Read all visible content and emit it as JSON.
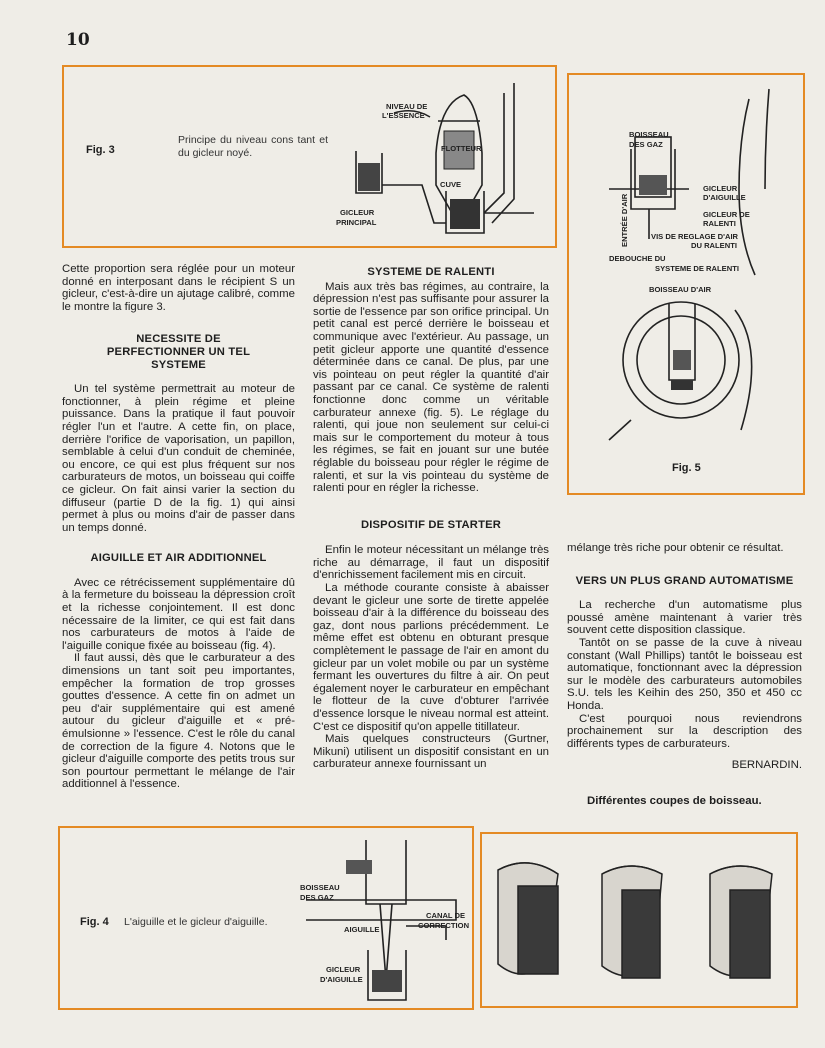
{
  "page_number": "10",
  "fig3": {
    "label": "Fig. 3",
    "caption": "Principe du niveau cons tant et du gicleur noyé.",
    "labels": {
      "niveau": "NIVEAU DE",
      "essence": "L'ESSENCE",
      "flotteur": "FLOTTEUR",
      "cuve": "CUVE",
      "gicleur": "GICLEUR",
      "principal": "PRINCIPAL"
    }
  },
  "fig5": {
    "label": "Fig. 5",
    "labels": {
      "boisseau": "BOISSEAU",
      "des_gaz": "DES GAZ",
      "entree_air": "ENTRÉE D'AIR",
      "gicleur": "GICLEUR",
      "aiguille": "D'AIGUILLE",
      "gicleur_de": "GICLEUR DE",
      "ralenti": "RALENTI",
      "vis": "VIS DE REGLAGE D'AIR",
      "du_ralenti": "DU RALENTI",
      "debouche": "DEBOUCHE DU",
      "systeme": "SYSTEME DE RALENTI",
      "boisseau_air": "BOISSEAU D'AIR"
    }
  },
  "fig4": {
    "label": "Fig. 4",
    "caption": "L'aiguille et le gicleur d'aiguille.",
    "labels": {
      "boisseau": "BOISSEAU",
      "des_gaz": "DES GAZ",
      "canal_de": "CANAL DE",
      "correction": "CORRECTION",
      "aiguille": "AIGUILLE",
      "gicleur": "GICLEUR",
      "daiguille": "D'AIGUILLE"
    }
  },
  "coupes_title": "Différentes coupes de boisseau.",
  "col1": {
    "p1": "Cette proportion sera réglée pour un moteur donné en interposant dans le récipient S un gicleur, c'est-à-dire un ajutage calibré, comme le montre la figure 3.",
    "h1": "NECESSITE DE PERFECTIONNER UN TEL SYSTEME",
    "p2": "Un tel système permettrait au moteur de fonctionner, à plein régime et pleine puissance. Dans la pratique il faut pouvoir régler l'un et l'autre. A cette fin, on place, derrière l'orifice de vaporisation, un papillon, semblable à celui d'un conduit de cheminée, ou encore, ce qui est plus fréquent sur nos carburateurs de motos, un boisseau qui coiffe ce gicleur. On fait ainsi varier la section du diffuseur (partie D de la fig. 1) qui ainsi permet à plus ou moins d'air de passer dans un temps donné.",
    "h2": "AIGUILLE ET AIR ADDITIONNEL",
    "p3": "Avec ce rétrécissement supplémentaire dû à la fermeture du boisseau la dépression croît et la richesse conjointement. Il est donc nécessaire de la limiter, ce qui est fait dans nos carburateurs de motos à l'aide de l'aiguille conique fixée au boisseau (fig. 4).",
    "p4": "Il faut aussi, dès que le carburateur a des dimensions un tant soit peu importantes, empêcher la formation de trop grosses gouttes d'essence. A cette fin on admet un peu d'air supplémentaire qui est amené autour du gicleur d'aiguille et « pré-émulsionne » l'essence. C'est le rôle du canal de correction de la figure 4. Notons que le gicleur d'aiguille comporte des petits trous sur son pourtour permettant le mélange de l'air additionnel à l'essence."
  },
  "col2": {
    "h1": "SYSTEME DE RALENTI",
    "p1": "Mais aux très bas régimes, au contraire, la dépression n'est pas suffisante pour assurer la sortie de l'essence par son orifice principal. Un petit canal est percé derrière le boisseau et communique avec l'extérieur. Au passage, un petit gicleur apporte une quantité d'essence déterminée dans ce canal. De plus, par une vis pointeau on peut régler la quantité d'air passant par ce canal. Ce système de ralenti fonctionne donc comme un véritable carburateur annexe (fig. 5). Le réglage du ralenti, qui joue non seulement sur celui-ci mais sur le comportement du moteur à tous les régimes, se fait en jouant sur une butée réglable du boisseau pour régler le régime de ralenti, et sur la vis pointeau du système de ralenti pour en régler la richesse.",
    "h2": "DISPOSITIF DE STARTER",
    "p2": "Enfin le moteur nécessitant un mélange très riche au démarrage, il faut un dispositif d'enrichissement facilement mis en circuit.",
    "p3": "La méthode courante consiste à abaisser devant le gicleur une sorte de tirette appelée boisseau d'air à la différence du boisseau des gaz, dont nous parlions précédemment. Le même effet est obtenu en obturant presque complètement le passage de l'air en amont du gicleur par un volet mobile ou par un système fermant les ouvertures du filtre à air. On peut également noyer le carburateur en empêchant le flotteur de la cuve d'obturer l'arrivée d'essence lorsque le niveau normal est atteint. C'est ce dispositif qu'on appelle titillateur.",
    "p4": "Mais quelques constructeurs (Gurtner, Mikuni) utilisent un dispositif consistant en un carburateur annexe fournissant un"
  },
  "col3": {
    "p1": "mélange très riche pour obtenir ce résultat.",
    "h1": "VERS UN PLUS GRAND AUTOMATISME",
    "p2": "La recherche d'un automatisme plus poussé amène maintenant à varier très souvent cette disposition classique.",
    "p3": "Tantôt on se passe de la cuve à niveau constant (Wall Phillips) tantôt le boisseau est automatique, fonctionnant avec la dépression sur le modèle des carburateurs automobiles S.U. tels les Keihin des 250, 350 et 450 cc Honda.",
    "p4": "C'est pourquoi nous reviendrons prochainement sur la description des différents types de carburateurs.",
    "author": "BERNARDIN."
  },
  "colors": {
    "frame": "#e48a24",
    "ink": "#1e1e1e"
  }
}
